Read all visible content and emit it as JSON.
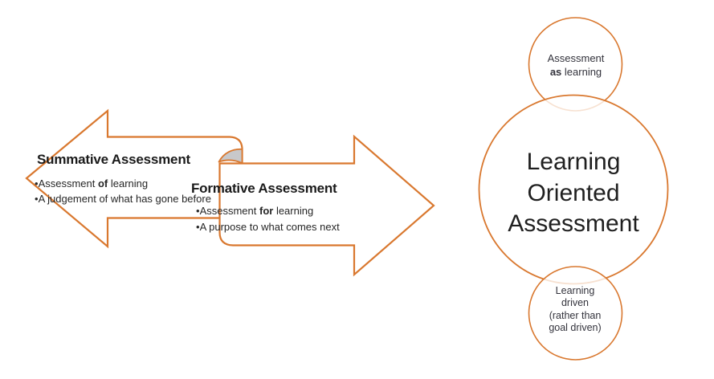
{
  "colors": {
    "accent_orange": "#D9782F",
    "curl_gray": "#C8C8CA",
    "shape_fill": "#FFFFFF",
    "title_text": "#1A1A1A",
    "body_text": "#262626",
    "circle_text": "#33333C"
  },
  "glyphs": {
    "bullet": "•"
  },
  "summative": {
    "title": "Summative Assessment",
    "bullets": [
      {
        "pre": "Assessment ",
        "bold": "of",
        "post": " learning"
      },
      {
        "pre": "A judgement of what has gone before",
        "bold": "",
        "post": ""
      }
    ]
  },
  "formative": {
    "title": "Formative Assessment",
    "bullets": [
      {
        "pre": "Assessment ",
        "bold": "for",
        "post": " learning"
      },
      {
        "pre": "A purpose to what comes next",
        "bold": "",
        "post": ""
      }
    ]
  },
  "circles": {
    "top": {
      "line1": "Assessment",
      "line2_bold": "as",
      "line2_rest": " learning"
    },
    "main": {
      "lines": [
        "Learning",
        "Oriented",
        "Assessment"
      ]
    },
    "bottom": {
      "lines": [
        "Learning",
        "driven",
        "(rather than",
        "goal driven)"
      ]
    }
  }
}
